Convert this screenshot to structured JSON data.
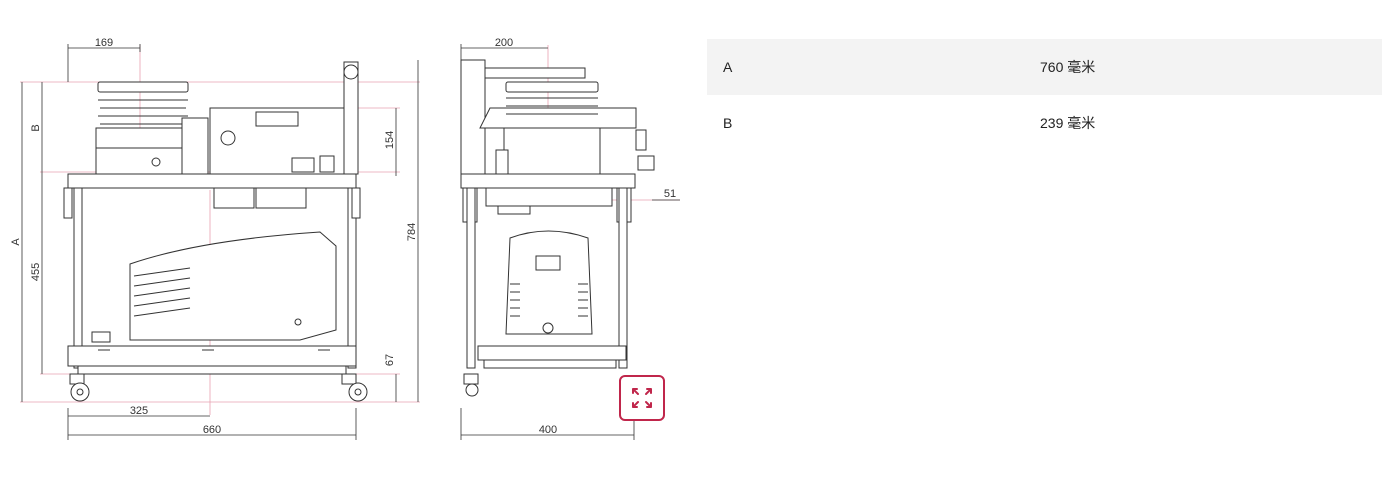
{
  "drawing": {
    "front_view": {
      "dim_top_width": "169",
      "dim_B": "B",
      "dim_A": "A",
      "dim_455": "455",
      "dim_154": "154",
      "dim_784": "784",
      "dim_67": "67",
      "dim_325": "325",
      "dim_660": "660"
    },
    "side_view": {
      "dim_200": "200",
      "dim_51": "51",
      "dim_400": "400"
    },
    "accent_color": "#c0264b",
    "line_color": "#333333",
    "guide_color": "#e8a0b0"
  },
  "expand_button": {
    "icon": "expand-arrows-icon"
  },
  "specs": [
    {
      "label": "A",
      "value": "760 毫米"
    },
    {
      "label": "B",
      "value": "239 毫米"
    }
  ]
}
